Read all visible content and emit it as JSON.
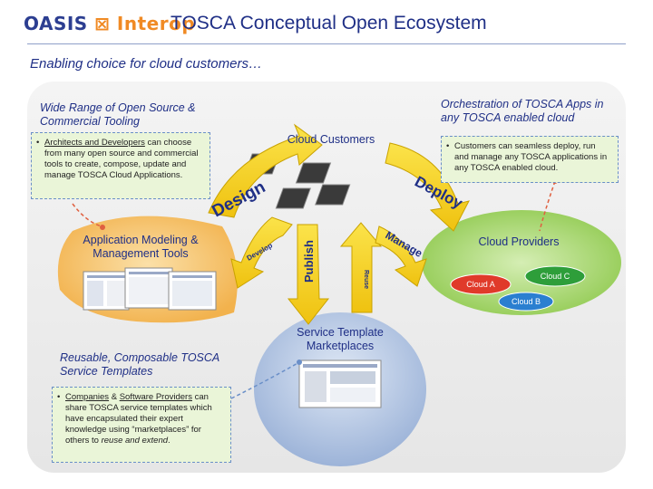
{
  "header": {
    "logo_oasis": "OASIS",
    "logo_interop": "Interop",
    "title": "TOSCA Conceptual Open Ecosystem"
  },
  "subtitle": "Enabling choice for cloud customers…",
  "tooling": {
    "heading": "Wide Range of Open Source & Commercial Tooling",
    "bullet": "•",
    "note_link": "Architects and Developers",
    "note_rest": " can choose from many open source and commercial tools to create, compose, update and manage TOSCA Cloud Applications."
  },
  "orchestration": {
    "heading": "Orchestration of  TOSCA Apps in any TOSCA enabled cloud",
    "bullet": "•",
    "note": "Customers can seamless deploy, run and manage any TOSCA applications in any TOSCA enabled cloud."
  },
  "cloud_customers": {
    "label": "Cloud Customers"
  },
  "app_modeling": {
    "label": "Application Modeling & Management Tools"
  },
  "cloud_providers": {
    "label": "Cloud Providers",
    "cloud_a": "Cloud A",
    "cloud_b": "Cloud B",
    "cloud_c": "Cloud C"
  },
  "arrows": {
    "design": "Design",
    "deploy": "Deploy",
    "develop": "Develop",
    "publish": "Publish",
    "reuse": "Reuse",
    "manage": "Manage"
  },
  "marketplace": {
    "label": "Service Template Marketplaces"
  },
  "templates": {
    "heading": "Reusable, Composable TOSCA Service Templates",
    "bullet": "•",
    "link1": "Companies",
    "amp": " & ",
    "link2": "Software Providers",
    "rest": " can share TOSCA service templates which have encapsulated their expert knowledge using “marketplaces” for others to ",
    "emph": "reuse and extend",
    "end": "."
  },
  "colors": {
    "brand_blue": "#1f2f86",
    "arrow_yellow": "#f5d21a",
    "blob_orange": "#f6c46b",
    "blob_green": "#9fd35f",
    "blob_blue": "#a9bedf",
    "cloud_red": "#e03a2a",
    "cloud_green": "#2e9e3a",
    "cloud_blue": "#2a7fd0"
  }
}
